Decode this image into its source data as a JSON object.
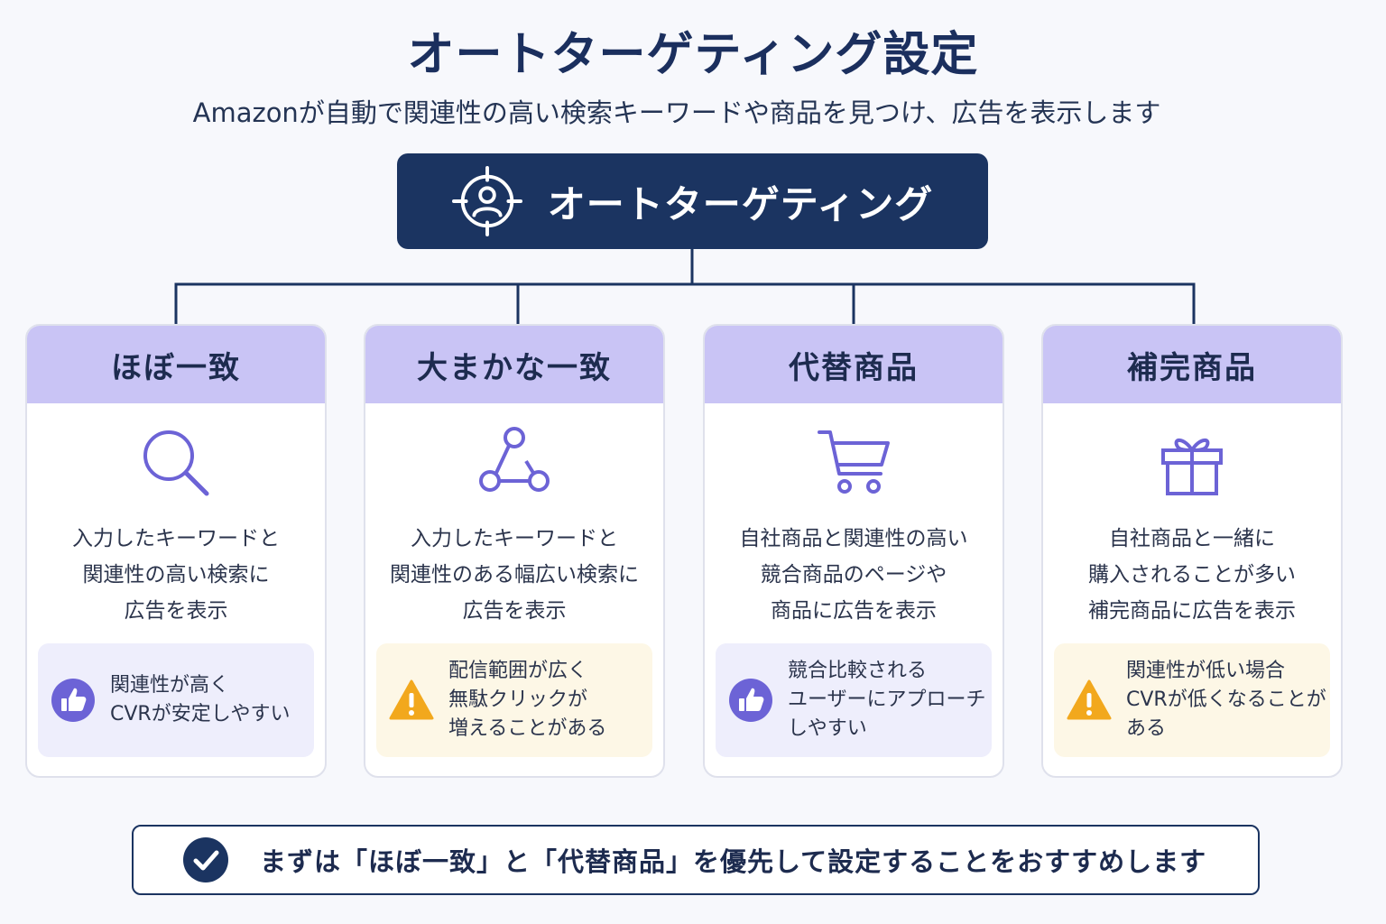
{
  "title": "オートターゲティング設定",
  "subtitle": "Amazonが自動で関連性の高い検索キーワードや商品を見つけ、広告を表示します",
  "root": {
    "label": "オートターゲティング",
    "icon": "target-user-icon"
  },
  "cards": [
    {
      "header": "ほぼ一致",
      "icon": "search-icon",
      "desc": [
        "入力したキーワードと",
        "関連性の高い検索に",
        "広告を表示"
      ],
      "note": {
        "type": "good",
        "icon": "thumbs-up-icon",
        "lines": [
          "関連性が高く",
          "CVRが安定しやすい"
        ]
      }
    },
    {
      "header": "大まかな一致",
      "icon": "network-icon",
      "desc": [
        "入力したキーワードと",
        "関連性のある幅広い検索に",
        "広告を表示"
      ],
      "note": {
        "type": "warn",
        "icon": "warning-icon",
        "lines": [
          "配信範囲が広く",
          "無駄クリックが",
          "増えることがある"
        ]
      }
    },
    {
      "header": "代替商品",
      "icon": "cart-icon",
      "desc": [
        "自社商品と関連性の高い",
        "競合商品のページや",
        "商品に広告を表示"
      ],
      "note": {
        "type": "good",
        "icon": "thumbs-up-icon",
        "lines": [
          "競合比較される",
          "ユーザーにアプローチ",
          "しやすい"
        ]
      }
    },
    {
      "header": "補完商品",
      "icon": "gift-icon",
      "desc": [
        "自社商品と一緒に",
        "購入されることが多い",
        "補完商品に広告を表示"
      ],
      "note": {
        "type": "warn",
        "icon": "warning-icon",
        "lines": [
          "関連性が低い場合",
          "CVRが低くなることが",
          "ある"
        ]
      }
    }
  ],
  "footer": {
    "icon": "check-circle-icon",
    "text": "まずは「ほぼ一致」と「代替商品」を優先して設定することをおすすめします"
  },
  "colors": {
    "navy": "#1b3461",
    "header": "#c9c4f5",
    "icon": "#6c63d6",
    "warn": "#f2a81d"
  }
}
